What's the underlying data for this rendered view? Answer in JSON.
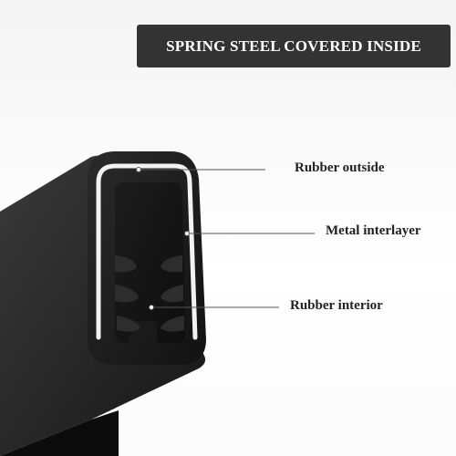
{
  "banner": {
    "title": "SPRING STEEL COVERED INSIDE"
  },
  "callouts": {
    "rubber_outside": "Rubber outside",
    "metal_interlayer": "Metal interlayer",
    "rubber_interior": "Rubber interior"
  },
  "colors": {
    "banner_background": "#333333",
    "banner_text": "#ffffff",
    "rubber": "#1f1f1f",
    "metal_core": "#f2f2f2",
    "label_text": "#222222"
  }
}
